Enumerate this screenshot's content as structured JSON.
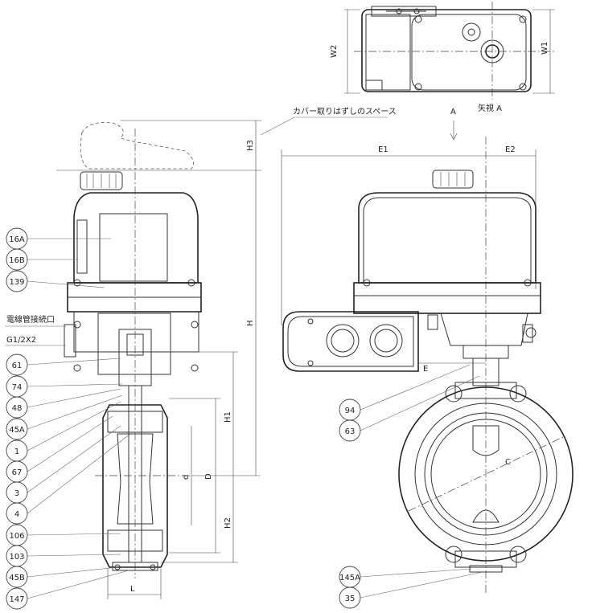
{
  "view_labels": {
    "arrow_view": "A",
    "view_a": "矢視  A",
    "cover_clearance": "カバー取りはずしのスペース",
    "conduit_line1": "電線管接続口",
    "conduit_line2": "G1/2X2"
  },
  "dimensions": {
    "w1": "W1",
    "w2": "W2",
    "h": "H",
    "h1": "H1",
    "h2": "H2",
    "h3": "H3",
    "d_small": "d",
    "d_large": "D",
    "l": "L",
    "c": "C",
    "e": "E",
    "e1": "E1",
    "e2": "E2"
  },
  "part_labels_left": [
    "16A",
    "16B",
    "139",
    "61",
    "74",
    "48",
    "45A",
    "1",
    "67",
    "3",
    "4",
    "106",
    "103",
    "45B",
    "147"
  ],
  "part_labels_right": [
    "94",
    "63",
    "145A",
    "35"
  ],
  "colors": {
    "line": "#333333",
    "background": "#ffffff"
  }
}
